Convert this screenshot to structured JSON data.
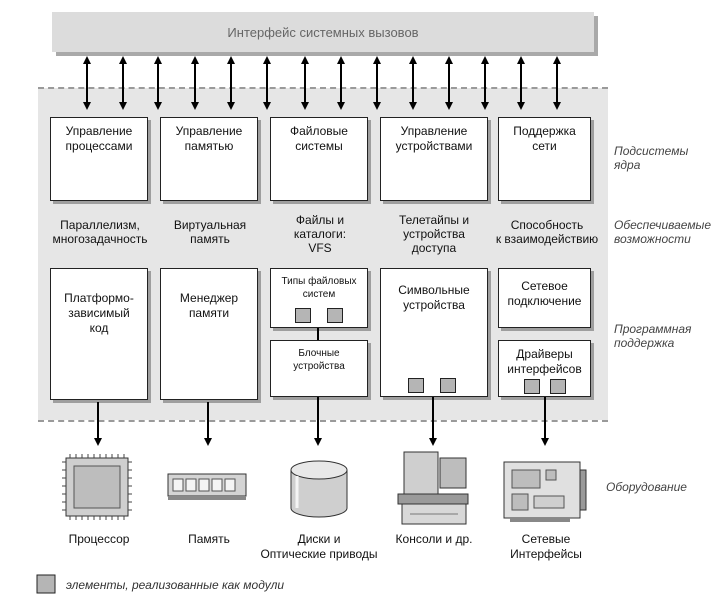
{
  "syscall_interface": "Интерфейс системных вызовов",
  "subsystems": [
    "Управление\nпроцессами",
    "Управление\nпамятью",
    "Файловые\nсистемы",
    "Управление\nустройствами",
    "Поддержка\nсети"
  ],
  "features": [
    "Параллелизм,\nмногозадачность",
    "Виртуальная\nпамять",
    "Файлы и\nкаталоги:\nVFS",
    "Телетайпы и\nустройства\nдоступа",
    "Способность\nк взаимодействию"
  ],
  "software": {
    "platform": "Платформо-\nзависимый\nкод",
    "memory_manager": "Менеджер\nпамяти",
    "fs_types": "Типы файловых\nсистем",
    "block_devices": "Блочные\nустройства",
    "char_devices": "Символьные\nустройства",
    "network": "Сетевое\nподключение",
    "iface_drivers": "Драйверы\nинтерфейсов"
  },
  "side_labels": {
    "kernel_subsystems": "Подсистемы\nядра",
    "features": "Обеспечиваемые\nвозможности",
    "software_support": "Программная\nподдержка",
    "hardware": "Оборудование"
  },
  "hardware": [
    {
      "label": "Процессор",
      "icon": "cpu-icon"
    },
    {
      "label": "Память",
      "icon": "memory-module-icon"
    },
    {
      "label": "Диски и\nОптические приводы",
      "icon": "disk-cylinder-icon"
    },
    {
      "label": "Консоли и др.",
      "icon": "console-terminal-icon"
    },
    {
      "label": "Сетевые\nИнтерфейсы",
      "icon": "network-card-icon"
    }
  ],
  "legend": "элементы, реализованные как модули",
  "colors": {
    "panel": "#e6e6e6",
    "module": "#b5b5b5",
    "shadow": "#9e9e9e"
  }
}
